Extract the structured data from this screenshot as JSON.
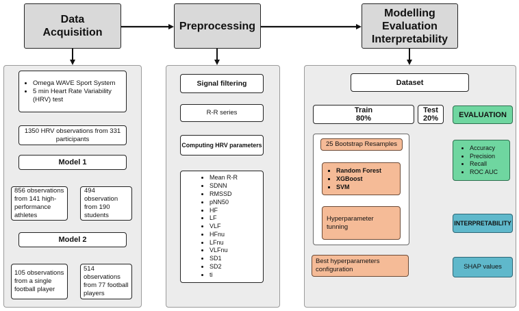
{
  "header": {
    "col1": [
      "Data",
      "Acquisition"
    ],
    "col2": "Preprocessing",
    "col3": [
      "Modelling",
      "Evaluation",
      "Interpretability"
    ]
  },
  "col1": {
    "equipment": [
      "Omega WAVE Sport System",
      "5 min Heart Rate Variability (HRV) test"
    ],
    "observations": "1350 HRV observations from 331 participants",
    "model1": "Model 1",
    "athletes": "856 observations from 141 high-performance athletes",
    "students": "494 observation from 190 students",
    "model2": "Model 2",
    "single_player": "105 observations from a single football player",
    "football_players": "514 observations from 77 football players"
  },
  "col2": {
    "signal_filtering": "Signal filtering",
    "rr_series": "R-R series",
    "computing": "Computing HRV parameters",
    "parameters": [
      "Mean R-R",
      "SDNN",
      "RMSSD",
      "pNN50",
      "HF",
      "LF",
      "VLF",
      "HFnu",
      "LFnu",
      "VLFnu",
      "SD1",
      "SD2",
      "ti"
    ]
  },
  "col3": {
    "dataset": "Dataset",
    "train": [
      "Train",
      "80%"
    ],
    "test": [
      "Test",
      "20%"
    ],
    "bootstrap": "25 Bootstrap Resamples",
    "models": [
      "Random Forest",
      "XGBoost",
      "SVM"
    ],
    "tuning": "Hyperparameter tunning",
    "best_config": "Best hyperparameters configuration",
    "evaluation": "EVALUATION",
    "metrics": [
      "Accuracy",
      "Precision",
      "Recall",
      "ROC AUC"
    ],
    "interpretability": "INTERPRETABILITY",
    "shap": "SHAP values"
  }
}
